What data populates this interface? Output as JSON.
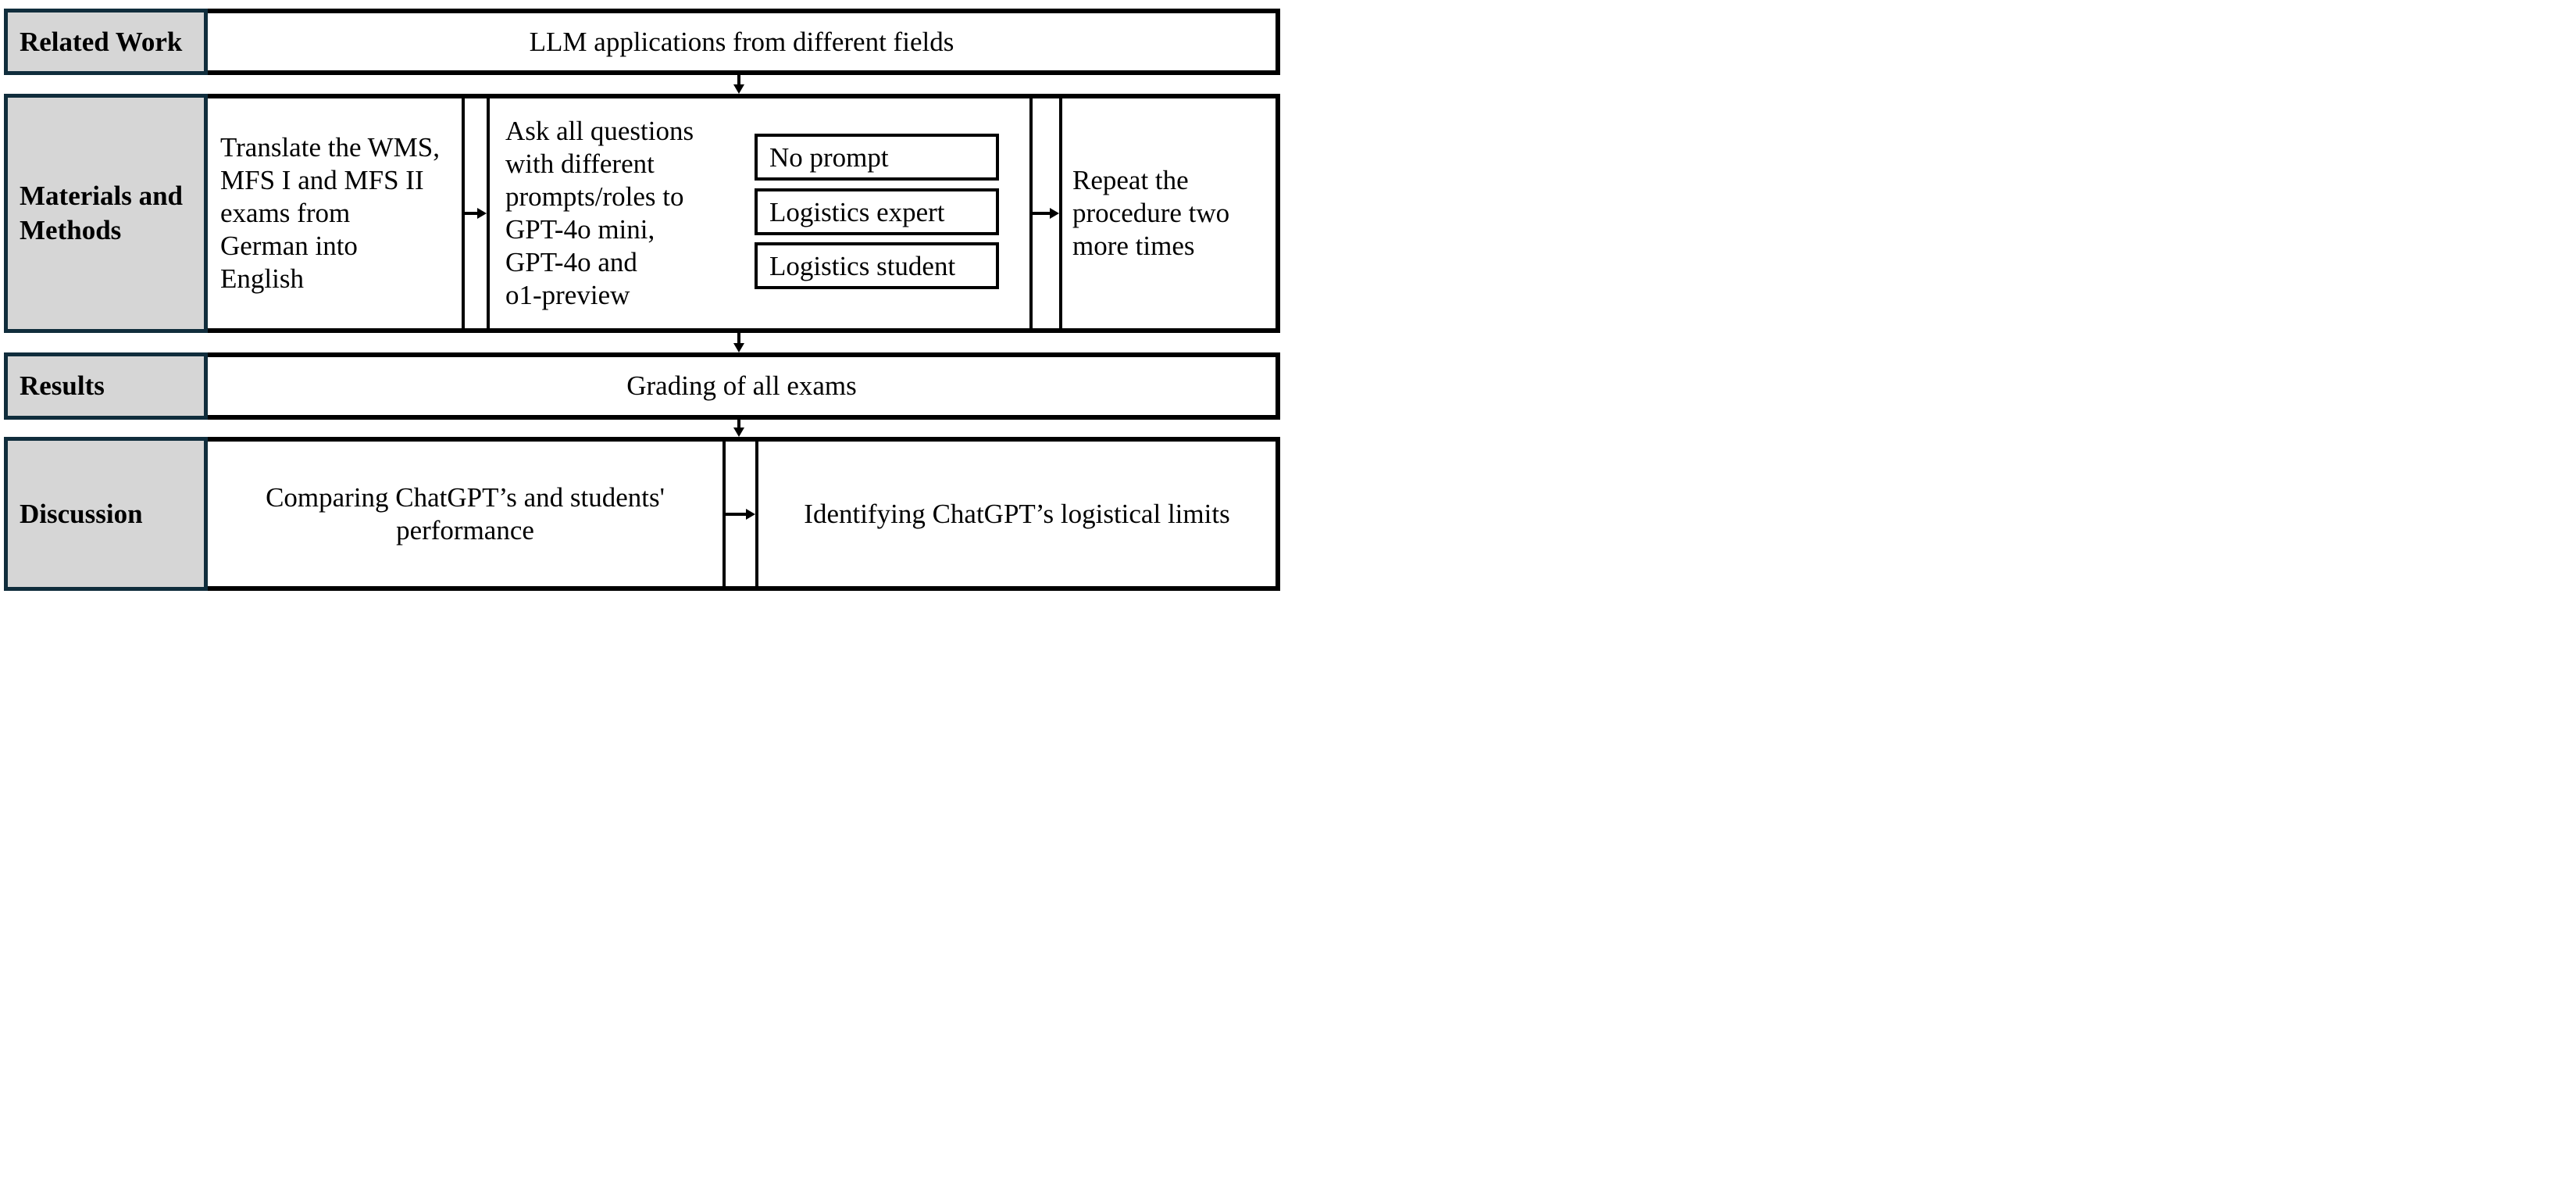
{
  "colors": {
    "border_navy": "#102d3c",
    "label_fill": "#d6d6d6",
    "line_black": "#000000",
    "background": "#ffffff"
  },
  "diagram": {
    "row1": {
      "label": "Related Work",
      "content": "LLM applications from different fields"
    },
    "row2": {
      "label": "Materials and\nMethods",
      "box_translate": "Translate the WMS,\nMFS I and MFS II\nexams from\nGerman into\nEnglish",
      "box_ask": "Ask all questions\nwith different\nprompts/roles to\nGPT-4o mini,\nGPT-4o and\no1-preview",
      "prompt_boxes": [
        "No prompt",
        "Logistics expert",
        "Logistics student"
      ],
      "box_repeat": "Repeat the\nprocedure two\nmore times"
    },
    "row3": {
      "label": "Results",
      "content": "Grading of all exams"
    },
    "row4": {
      "label": "Discussion",
      "box_compare": "Comparing ChatGPT’s and students'\nperformance",
      "box_identify": "Identifying ChatGPT’s logistical limits"
    }
  }
}
